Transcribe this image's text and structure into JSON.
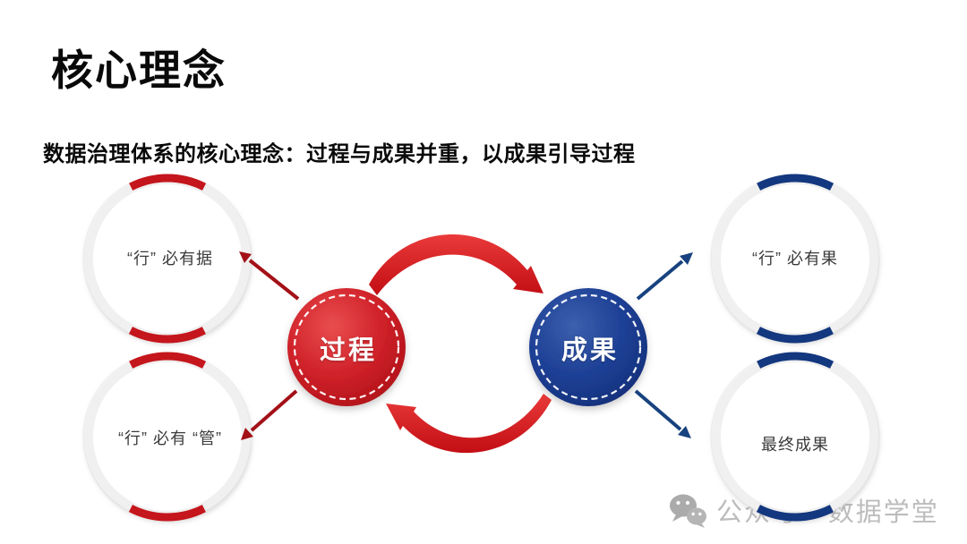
{
  "slide": {
    "title": "核心理念",
    "subtitle": "数据治理体系的核心理念：过程与成果并重，以成果引导过程"
  },
  "diagram": {
    "process_label": "过程",
    "result_label": "成果",
    "satellites": {
      "top_left": "“行” 必有据",
      "bottom_left": "“行” 必有 “管”",
      "top_right": "“行” 必有果",
      "bottom_right": "最终成果"
    },
    "colors": {
      "process_red": "#c9161e",
      "result_blue": "#1b3d94",
      "ring_arc_red": "#c4161c",
      "ring_arc_blue": "#14387f",
      "straight_arrow_red": "#a31117",
      "straight_arrow_blue": "#17427f",
      "curved_arrow_red": "#d81e24"
    }
  },
  "watermark": {
    "icon": "wechat-icon",
    "text": "公众号 · 数据学堂"
  }
}
